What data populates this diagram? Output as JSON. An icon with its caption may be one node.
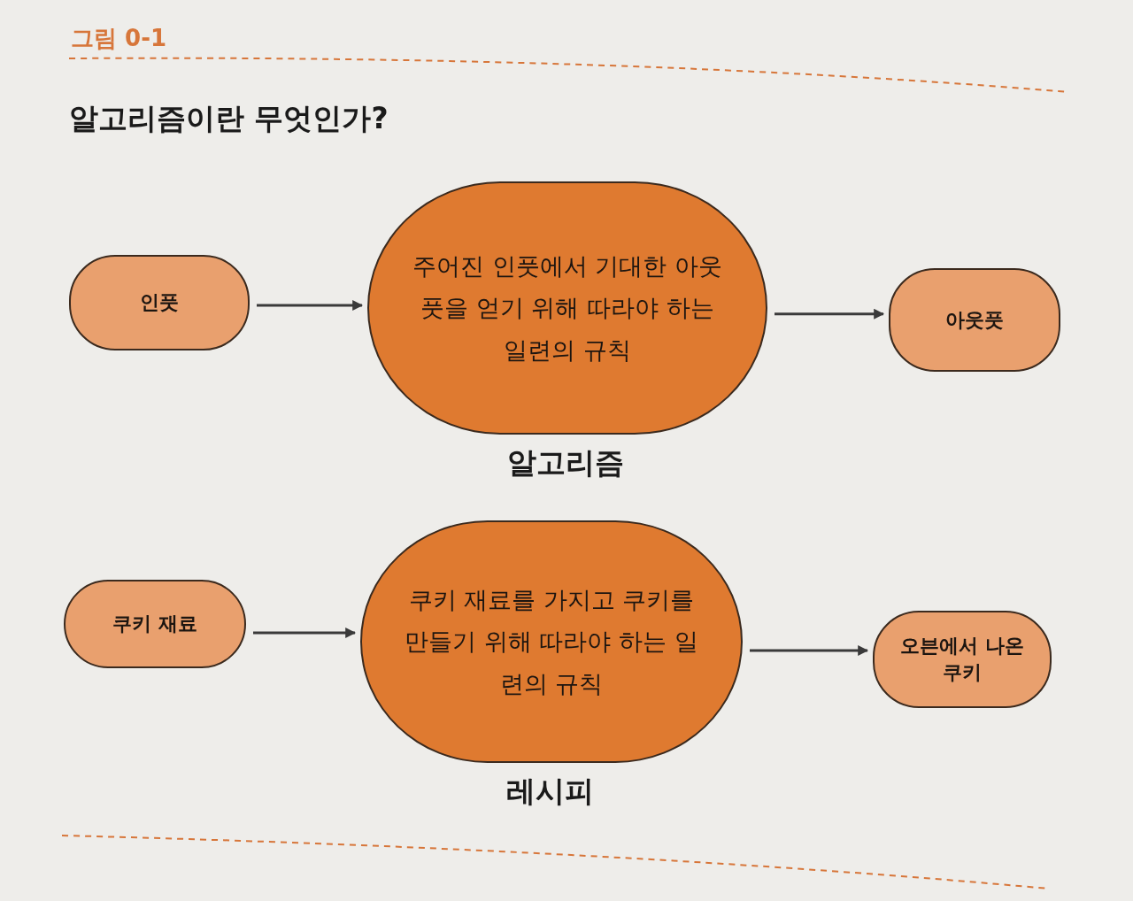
{
  "diagram": {
    "title": "알고리즘이란 무엇인가?",
    "nodes": [
      {
        "text": [
          "인풋"
        ]
      },
      {
        "text": [
          "주어진 인풋에서 기대한 아웃풋을 얻기 위해 따라야 하는 일련의 규칙"
        ],
        "beside": [
          "알고리즘"
        ]
      },
      {
        "text": [
          "아웃풋"
        ]
      },
      {
        "text": [
          "쿠키 재료"
        ]
      },
      {
        "text": [
          "쿠키 재료를 가지고 쿠키를 만들기 위해 따라야 하는 일련의 규칙"
        ],
        "beside": [
          "레시피"
        ]
      },
      {
        "text": [
          "오븐에서 나온 쿠키"
        ]
      }
    ],
    "edges": [
      {
        "from": 0,
        "to": 1,
        "arrow": "to"
      },
      {
        "from": 1,
        "to": 2,
        "arrow": "to"
      },
      {
        "from": 3,
        "to": 4,
        "arrow": "to"
      },
      {
        "from": 4,
        "to": 5,
        "arrow": "to"
      }
    ],
    "labels": [
      "그림 0-1"
    ]
  }
}
